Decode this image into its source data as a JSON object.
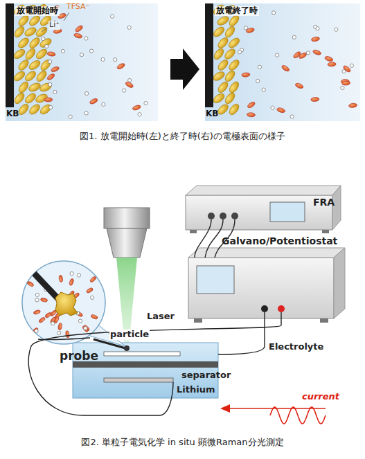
{
  "diagram": {
    "nodes": [
      {
        "text": [
          "FRA"
        ]
      },
      {
        "text": [
          "Galvano/Potentiostat"
        ]
      }
    ],
    "edges": [
      {
        "from": 0,
        "to": 1,
        "arrow": "none"
      }
    ],
    "labels": [
      "放電開始時",
      "TFSA⁻",
      "Li⁺",
      "KB",
      "放電終了時",
      "KB",
      "図1. 放電開始時(左)と終了時(右)の電極表面の様子",
      "Laser",
      "particle",
      "probe",
      "separator",
      "Lithium",
      "Electrolyte",
      "current",
      "図2. 単粒子電気化学 in situ 顕微Raman分光測定"
    ]
  }
}
